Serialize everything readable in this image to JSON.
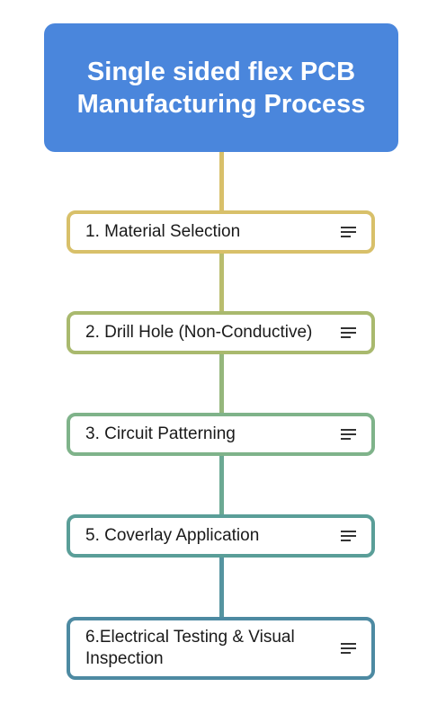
{
  "title": "Single sided flex PCB Manufacturing Process",
  "steps": [
    {
      "label": "1. Material Selection",
      "color": "#d8c06a"
    },
    {
      "label": "2. Drill Hole (Non-Conductive)",
      "color": "#a9b96e"
    },
    {
      "label": "3. Circuit Patterning",
      "color": "#7fb38a"
    },
    {
      "label": "5. Coverlay Application",
      "color": "#5a9e98"
    },
    {
      "label": "6.Electrical Testing & Visual Inspection",
      "color": "#4d8aa2"
    }
  ],
  "colors": {
    "title_bg": "#4a86dc",
    "title_text": "#ffffff"
  },
  "icons": {
    "step_note": "notes-icon"
  }
}
